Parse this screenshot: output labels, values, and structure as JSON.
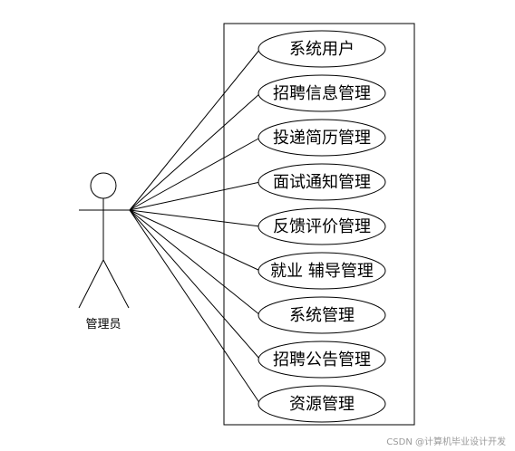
{
  "actor": {
    "label": "管理员"
  },
  "use_cases": [
    {
      "label": "系统用户"
    },
    {
      "label": "招聘信息管理"
    },
    {
      "label": "投递简历管理"
    },
    {
      "label": "面试通知管理"
    },
    {
      "label": "反馈评价管理"
    },
    {
      "label": "就业 辅导管理"
    },
    {
      "label": "系统管理"
    },
    {
      "label": "招聘公告管理"
    },
    {
      "label": "资源管理"
    }
  ],
  "watermark": "CSDN @计算机毕业设计开发",
  "colors": {
    "stroke": "#000000",
    "background": "#ffffff",
    "watermark": "#9a9a9a"
  }
}
